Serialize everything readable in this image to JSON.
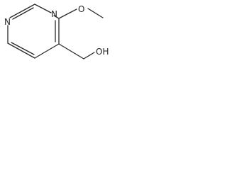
{
  "molecule": {
    "atoms": {
      "n_top": "N",
      "n_left": "N",
      "o_methoxy": "O",
      "oh": "OH"
    },
    "colors": {
      "bond": "#2a2a2a",
      "label": "#222222",
      "background": "#ffffff"
    }
  }
}
